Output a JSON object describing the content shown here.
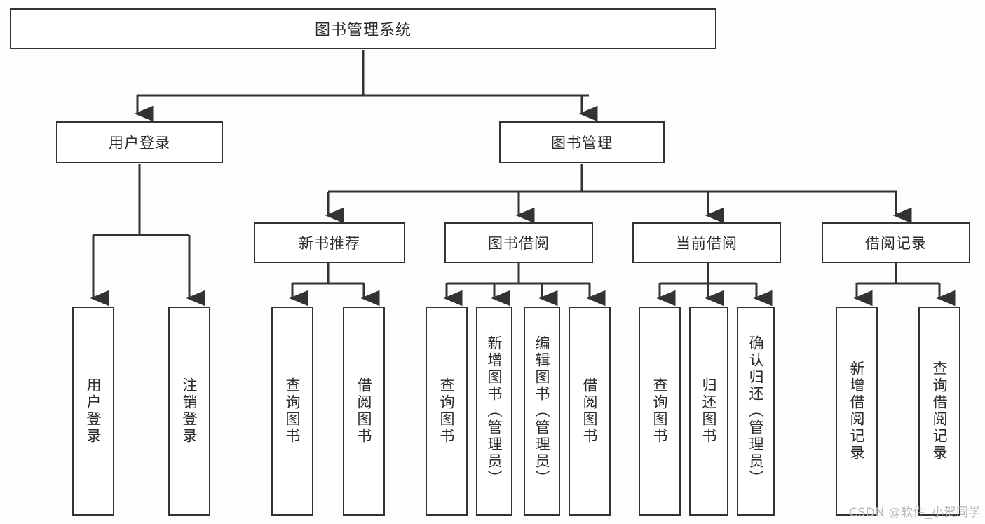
{
  "diagram": {
    "title": "图书管理系统",
    "type": "tree-hierarchy",
    "background_color": "#fdfdfd",
    "line_color": "#333333",
    "box_fill": "#ffffff",
    "text_color": "#2b2b2b"
  },
  "nodes": {
    "root": {
      "label": "图书管理系统"
    },
    "level2": [
      {
        "id": "user-login",
        "label": "用户登录"
      },
      {
        "id": "book-manage",
        "label": "图书管理"
      }
    ],
    "level3": [
      {
        "id": "new-book-rec",
        "label": "新书推荐"
      },
      {
        "id": "book-borrow",
        "label": "图书借阅"
      },
      {
        "id": "current-borrow",
        "label": "当前借阅"
      },
      {
        "id": "borrow-record",
        "label": "借阅记录"
      }
    ],
    "leaves": {
      "user_login": [
        {
          "id": "leaf-user-login",
          "label": "用户登录"
        },
        {
          "id": "leaf-logout",
          "label": "注销登录"
        }
      ],
      "new_book_rec": [
        {
          "id": "leaf-query-book-1",
          "label": "查询图书"
        },
        {
          "id": "leaf-borrow-book-1",
          "label": "借阅图书"
        }
      ],
      "book_borrow": [
        {
          "id": "leaf-query-book-2",
          "label": "查询图书"
        },
        {
          "id": "leaf-add-book",
          "label": "新增图书（管理员）"
        },
        {
          "id": "leaf-edit-book",
          "label": "编辑图书（管理员）"
        },
        {
          "id": "leaf-borrow-book-2",
          "label": "借阅图书"
        }
      ],
      "current_borrow": [
        {
          "id": "leaf-query-book-3",
          "label": "查询图书"
        },
        {
          "id": "leaf-return-book",
          "label": "归还图书"
        },
        {
          "id": "leaf-confirm-return",
          "label": "确认归还（管理员）"
        }
      ],
      "borrow_record": [
        {
          "id": "leaf-add-record",
          "label": "新增借阅记录"
        },
        {
          "id": "leaf-query-record",
          "label": "查询借阅记录"
        }
      ]
    }
  },
  "watermark": {
    "text": "CSDN @软件_小贺同学"
  }
}
